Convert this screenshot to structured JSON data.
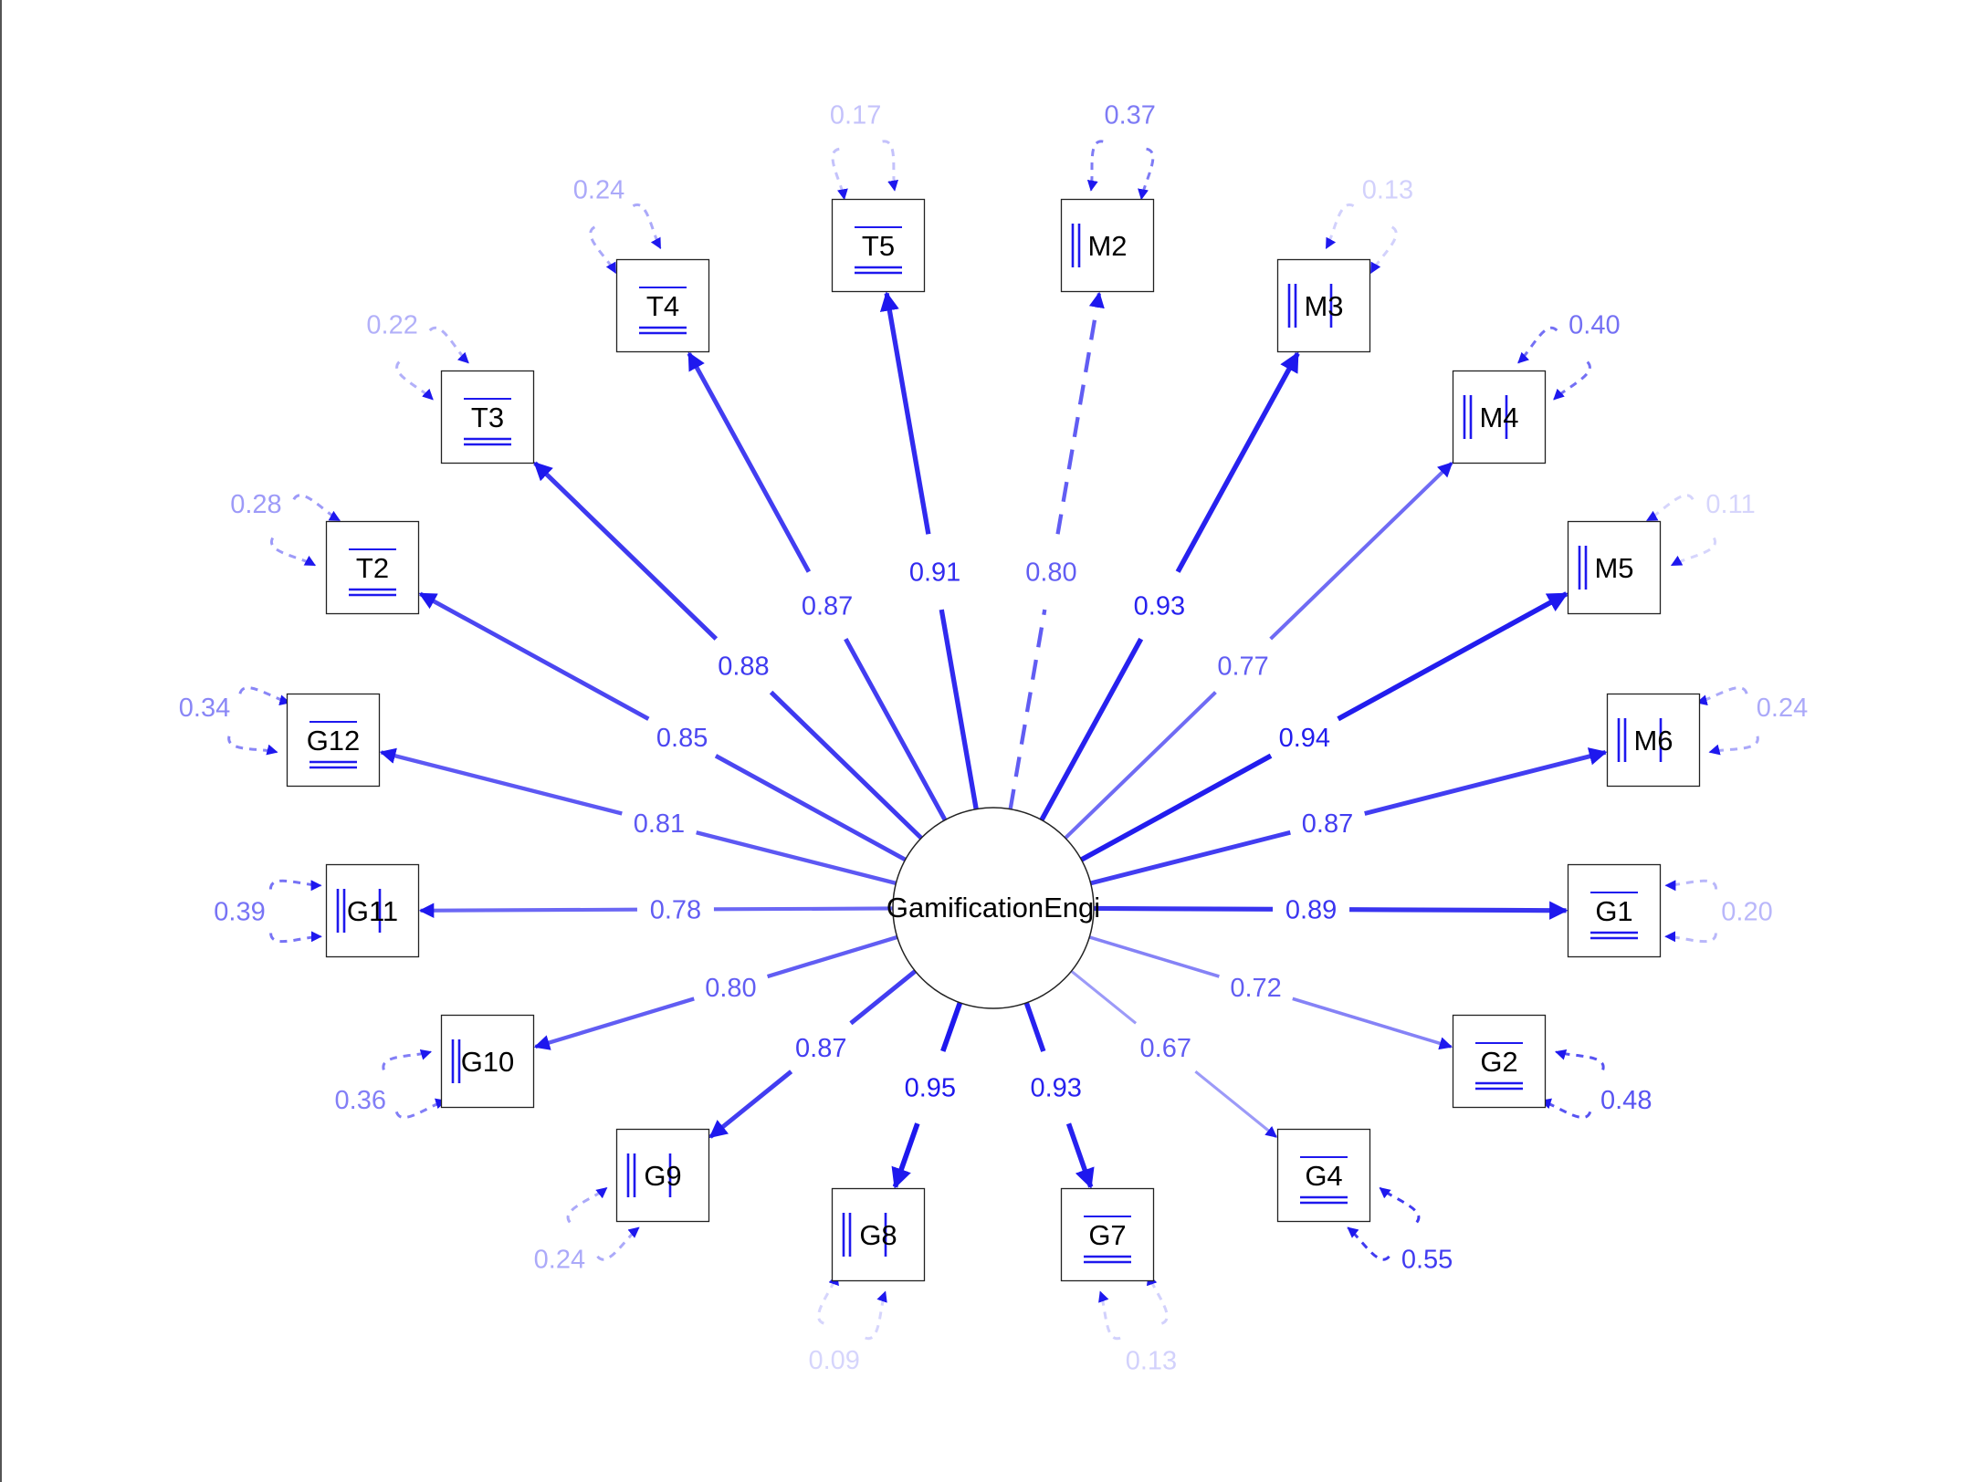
{
  "diagram": {
    "type": "sem-path-diagram",
    "latent": {
      "id": "gamification",
      "label": "GamificationEngi"
    },
    "colors": {
      "edge": "#1e18ee",
      "node_stroke": "#222222",
      "threshold_marks": "#1e18ee",
      "text": "#000000"
    },
    "indicators": [
      {
        "id": "T5",
        "label": "T5",
        "loading": "0.91",
        "residual": "0.17",
        "loading_value": 0.91,
        "residual_value": 0.17,
        "dashed": false,
        "thresholds": "horizontal",
        "threshold_count": 3
      },
      {
        "id": "M2",
        "label": "M2",
        "loading": "0.80",
        "residual": "0.37",
        "loading_value": 0.8,
        "residual_value": 0.37,
        "dashed": true,
        "thresholds": "vertical",
        "threshold_count": 2
      },
      {
        "id": "M3",
        "label": "M3",
        "loading": "0.93",
        "residual": "0.13",
        "loading_value": 0.93,
        "residual_value": 0.13,
        "dashed": false,
        "thresholds": "vertical",
        "threshold_count": 3
      },
      {
        "id": "M4",
        "label": "M4",
        "loading": "0.77",
        "residual": "0.40",
        "loading_value": 0.77,
        "residual_value": 0.4,
        "dashed": false,
        "thresholds": "vertical",
        "threshold_count": 3
      },
      {
        "id": "M5",
        "label": "M5",
        "loading": "0.94",
        "residual": "0.11",
        "loading_value": 0.94,
        "residual_value": 0.11,
        "dashed": false,
        "thresholds": "vertical",
        "threshold_count": 2
      },
      {
        "id": "M6",
        "label": "M6",
        "loading": "0.87",
        "residual": "0.24",
        "loading_value": 0.87,
        "residual_value": 0.24,
        "dashed": false,
        "thresholds": "vertical",
        "threshold_count": 3
      },
      {
        "id": "G1",
        "label": "G1",
        "loading": "0.89",
        "residual": "0.20",
        "loading_value": 0.89,
        "residual_value": 0.2,
        "dashed": false,
        "thresholds": "horizontal",
        "threshold_count": 3
      },
      {
        "id": "G2",
        "label": "G2",
        "loading": "0.72",
        "residual": "0.48",
        "loading_value": 0.72,
        "residual_value": 0.48,
        "dashed": false,
        "thresholds": "horizontal",
        "threshold_count": 3
      },
      {
        "id": "G4",
        "label": "G4",
        "loading": "0.67",
        "residual": "0.55",
        "loading_value": 0.67,
        "residual_value": 0.55,
        "dashed": false,
        "thresholds": "horizontal",
        "threshold_count": 3
      },
      {
        "id": "G7",
        "label": "G7",
        "loading": "0.93",
        "residual": "0.13",
        "loading_value": 0.93,
        "residual_value": 0.13,
        "dashed": false,
        "thresholds": "horizontal",
        "threshold_count": 3
      },
      {
        "id": "G8",
        "label": "G8",
        "loading": "0.95",
        "residual": "0.09",
        "loading_value": 0.95,
        "residual_value": 0.09,
        "dashed": false,
        "thresholds": "vertical",
        "threshold_count": 3
      },
      {
        "id": "G9",
        "label": "G9",
        "loading": "0.87",
        "residual": "0.24",
        "loading_value": 0.87,
        "residual_value": 0.24,
        "dashed": false,
        "thresholds": "vertical",
        "threshold_count": 3
      },
      {
        "id": "G10",
        "label": "G10",
        "loading": "0.80",
        "residual": "0.36",
        "loading_value": 0.8,
        "residual_value": 0.36,
        "dashed": false,
        "thresholds": "vertical",
        "threshold_count": 2
      },
      {
        "id": "G11",
        "label": "G11",
        "loading": "0.78",
        "residual": "0.39",
        "loading_value": 0.78,
        "residual_value": 0.39,
        "dashed": false,
        "thresholds": "vertical",
        "threshold_count": 3
      },
      {
        "id": "G12",
        "label": "G12",
        "loading": "0.81",
        "residual": "0.34",
        "loading_value": 0.81,
        "residual_value": 0.34,
        "dashed": false,
        "thresholds": "horizontal",
        "threshold_count": 3
      },
      {
        "id": "T2",
        "label": "T2",
        "loading": "0.85",
        "residual": "0.28",
        "loading_value": 0.85,
        "residual_value": 0.28,
        "dashed": false,
        "thresholds": "horizontal",
        "threshold_count": 3
      },
      {
        "id": "T3",
        "label": "T3",
        "loading": "0.88",
        "residual": "0.22",
        "loading_value": 0.88,
        "residual_value": 0.22,
        "dashed": false,
        "thresholds": "horizontal",
        "threshold_count": 3
      },
      {
        "id": "T4",
        "label": "T4",
        "loading": "0.87",
        "residual": "0.24",
        "loading_value": 0.87,
        "residual_value": 0.24,
        "dashed": false,
        "thresholds": "horizontal",
        "threshold_count": 3
      }
    ]
  }
}
